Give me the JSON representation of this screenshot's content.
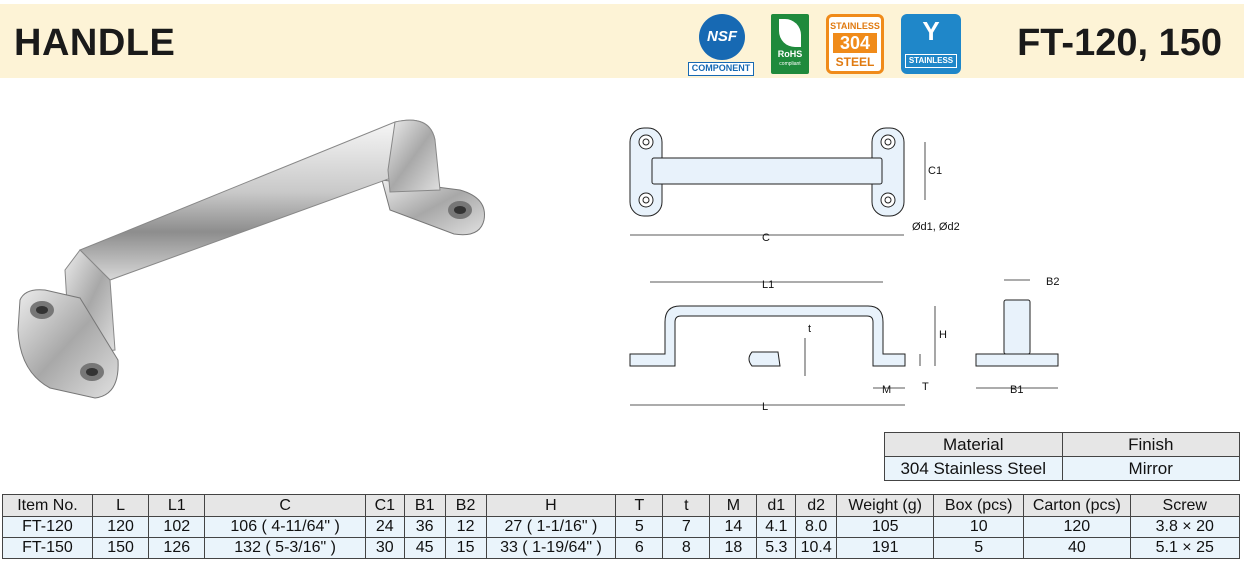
{
  "header": {
    "title": "HANDLE",
    "model": "FT-120, 150",
    "badges": {
      "nsf_mark": "NSF",
      "nsf_label": "COMPONENT",
      "rohs_label": "RoHS",
      "rohs_sub": "compliant",
      "ss_top": "STAINLESS",
      "ss_mid": "304",
      "ss_bottom": "STEEL",
      "stainless_label": "STAINLESS"
    }
  },
  "drawing_labels": {
    "C": "C",
    "C1": "C1",
    "d": "Ød1, Ød2",
    "L1": "L1",
    "L": "L",
    "H": "H",
    "t": "t",
    "T": "T",
    "M": "M",
    "B1": "B1",
    "B2": "B2"
  },
  "material_table": {
    "headers": [
      "Material",
      "Finish"
    ],
    "row": [
      "304 Stainless Steel",
      "Mirror"
    ]
  },
  "spec_table": {
    "headers": [
      "Item No.",
      "L",
      "L1",
      "C",
      "C1",
      "B1",
      "B2",
      "H",
      "T",
      "t",
      "M",
      "d1",
      "d2",
      "Weight (g)",
      "Box (pcs)",
      "Carton (pcs)",
      "Screw"
    ],
    "rows": [
      [
        "FT-120",
        "120",
        "102",
        "106 (  4-11/64\"  )",
        "24",
        "36",
        "12",
        "27 (  1-1/16\"  )",
        "5",
        "7",
        "14",
        "4.1",
        "8.0",
        "105",
        "10",
        "120",
        "3.8 × 20"
      ],
      [
        "FT-150",
        "150",
        "126",
        "132 (  5-3/16\"  )",
        "30",
        "45",
        "15",
        "33 ( 1-19/64\" )",
        "6",
        "8",
        "18",
        "5.3",
        "10.4",
        "191",
        "5",
        "40",
        "5.1 × 25"
      ]
    ]
  },
  "colors": {
    "header_bg": "#fdf3d6",
    "table_header_bg": "#e6e6e6",
    "table_cell_bg": "#eaf4fb",
    "drawing_fill": "#e8f2fb"
  }
}
